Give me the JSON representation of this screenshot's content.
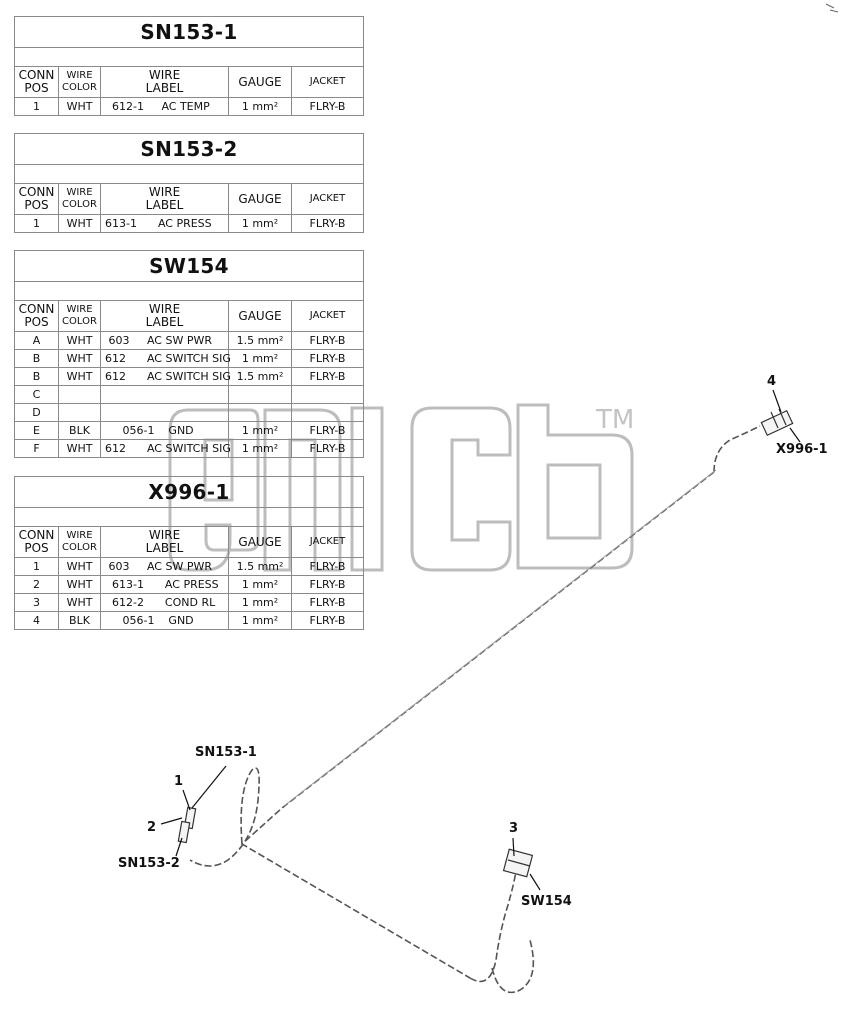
{
  "watermark": {
    "logo_text": "ancb",
    "tm": "TM"
  },
  "columns": {
    "conn_pos": "CONN POS",
    "wire_color": "WIRE COLOR",
    "wire_label": "WIRE LABEL",
    "gauge": "GAUGE",
    "jacket": "JACKET"
  },
  "tables": [
    {
      "title": "SN153-1",
      "rows": [
        {
          "pos": "1",
          "color": "WHT",
          "label": "  612-1     AC TEMP",
          "gauge": "1   mm²",
          "jacket": "FLRY-B"
        }
      ]
    },
    {
      "title": "SN153-2",
      "rows": [
        {
          "pos": "1",
          "color": "WHT",
          "label": "613-1      AC PRESS",
          "gauge": "1   mm²",
          "jacket": "FLRY-B"
        }
      ]
    },
    {
      "title": "SW154",
      "rows": [
        {
          "pos": "A",
          "color": "WHT",
          "label": " 603     AC SW PWR",
          "gauge": "1.5     mm²",
          "jacket": "FLRY-B"
        },
        {
          "pos": "B",
          "color": "WHT",
          "label": "612      AC SWITCH SIG",
          "gauge": "1    mm²",
          "jacket": "FLRY-B"
        },
        {
          "pos": "B",
          "color": "WHT",
          "label": "612      AC SWITCH SIG",
          "gauge": "1.5     mm²",
          "jacket": "FLRY-B"
        },
        {
          "pos": "C",
          "color": "",
          "label": "",
          "gauge": "",
          "jacket": ""
        },
        {
          "pos": "D",
          "color": "",
          "label": "",
          "gauge": "",
          "jacket": ""
        },
        {
          "pos": "E",
          "color": "BLK",
          "label": "     056-1    GND",
          "gauge": "1   mm²",
          "jacket": "FLRY-B"
        },
        {
          "pos": "F",
          "color": "WHT",
          "label": "612      AC SWITCH SIG",
          "gauge": "1   mm²",
          "jacket": "FLRY-B"
        }
      ]
    },
    {
      "title": "X996-1",
      "rows": [
        {
          "pos": "1",
          "color": "WHT",
          "label": " 603     AC SW PWR",
          "gauge": "1.5    mm²",
          "jacket": "FLRY-B"
        },
        {
          "pos": "2",
          "color": "WHT",
          "label": "  613-1      AC PRESS",
          "gauge": "1   mm²",
          "jacket": "FLRY-B"
        },
        {
          "pos": "3",
          "color": "WHT",
          "label": "  612-2      COND RL",
          "gauge": "1   mm²",
          "jacket": "FLRY-B"
        },
        {
          "pos": "4",
          "color": "BLK",
          "label": "     056-1    GND",
          "gauge": "1   mm²",
          "jacket": "FLRY-B"
        }
      ]
    }
  ],
  "callouts": {
    "x996_num": "4",
    "x996_name": "X996-1",
    "sn153_1_name": "SN153-1",
    "sn153_1_num": "1",
    "sn153_2_num": "2",
    "sn153_2_name": "SN153-2",
    "sw154_num": "3",
    "sw154_name": "SW154"
  }
}
